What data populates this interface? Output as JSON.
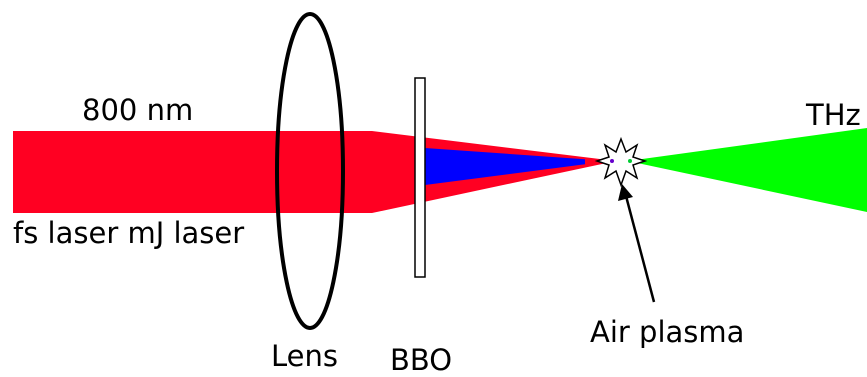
{
  "labels": {
    "wavelength": "800 nm",
    "source": "fs laser mJ laser",
    "lens": "Lens",
    "crystal": "BBO",
    "plasma": "Air plasma",
    "output": "THz"
  },
  "colors": {
    "fundamental_beam": "#ff0022",
    "second_harmonic": "#0000ff",
    "thz_beam": "#00ff00",
    "outline": "#000000",
    "background": "#ffffff"
  }
}
